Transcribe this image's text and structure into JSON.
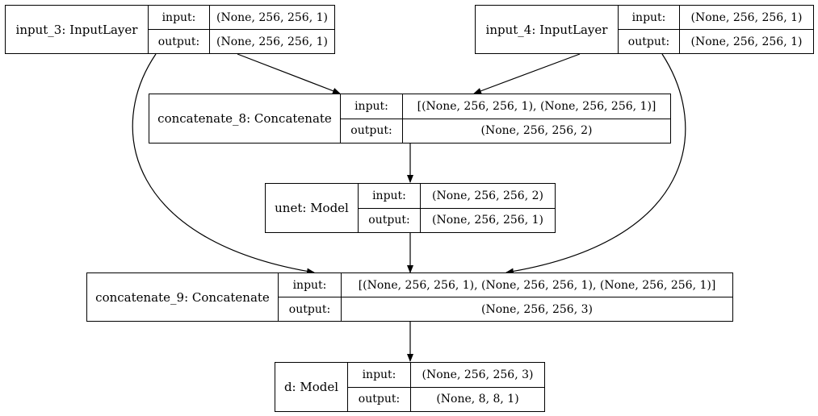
{
  "nodes": {
    "input_3": {
      "name": "input_3: InputLayer",
      "input_label": "input:",
      "input_value": "(None, 256, 256, 1)",
      "output_label": "output:",
      "output_value": "(None, 256, 256, 1)"
    },
    "input_4": {
      "name": "input_4: InputLayer",
      "input_label": "input:",
      "input_value": "(None, 256, 256, 1)",
      "output_label": "output:",
      "output_value": "(None, 256, 256, 1)"
    },
    "concatenate_8": {
      "name": "concatenate_8: Concatenate",
      "input_label": "input:",
      "input_value": "[(None, 256, 256, 1), (None, 256, 256, 1)]",
      "output_label": "output:",
      "output_value": "(None, 256, 256, 2)"
    },
    "unet": {
      "name": "unet: Model",
      "input_label": "input:",
      "input_value": "(None, 256, 256, 2)",
      "output_label": "output:",
      "output_value": "(None, 256, 256, 1)"
    },
    "concatenate_9": {
      "name": "concatenate_9: Concatenate",
      "input_label": "input:",
      "input_value": "[(None, 256, 256, 1), (None, 256, 256, 1), (None, 256, 256, 1)]",
      "output_label": "output:",
      "output_value": "(None, 256, 256, 3)"
    },
    "d": {
      "name": "d: Model",
      "input_label": "input:",
      "input_value": "(None, 256, 256, 3)",
      "output_label": "output:",
      "output_value": "(None, 8, 8, 1)"
    }
  },
  "edges": [
    {
      "from": "input_3",
      "to": "concatenate_8"
    },
    {
      "from": "input_4",
      "to": "concatenate_8"
    },
    {
      "from": "concatenate_8",
      "to": "unet"
    },
    {
      "from": "input_3",
      "to": "concatenate_9"
    },
    {
      "from": "unet",
      "to": "concatenate_9"
    },
    {
      "from": "input_4",
      "to": "concatenate_9"
    },
    {
      "from": "concatenate_9",
      "to": "d"
    }
  ]
}
